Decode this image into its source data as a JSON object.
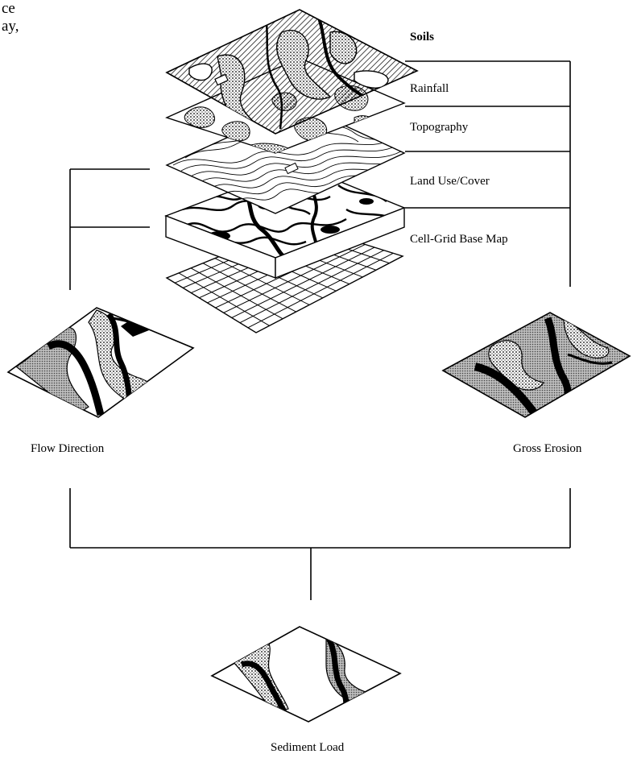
{
  "corner_text": "ce\nay,",
  "layers": [
    {
      "label": "Soils",
      "bold": true
    },
    {
      "label": "Rainfall",
      "bold": false
    },
    {
      "label": "Topography",
      "bold": false
    },
    {
      "label": "Land Use/Cover",
      "bold": false
    },
    {
      "label": "Cell-Grid Base Map",
      "bold": false
    }
  ],
  "outputs": {
    "flow_direction": "Flow Direction",
    "gross_erosion": "Gross Erosion",
    "sediment_load": "Sediment Load"
  },
  "colors": {
    "ink": "#000000",
    "paper": "#ffffff",
    "shade": "#9a9a9a",
    "stipple": "#bdbdbd"
  }
}
